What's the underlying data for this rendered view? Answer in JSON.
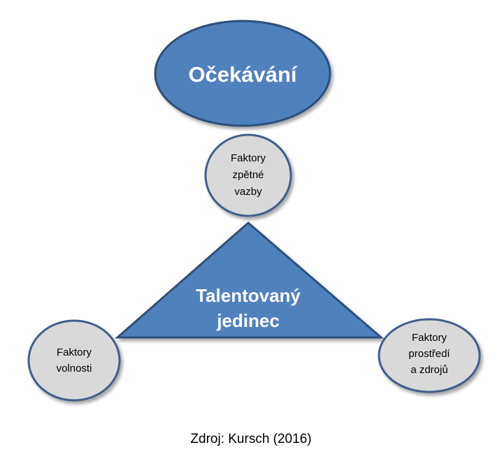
{
  "colors": {
    "main_fill": "#4f81bd",
    "main_stroke": "#2f4f7c",
    "node_fill": "#d9d9d9",
    "node_stroke": "#3f5f8a",
    "main_text": "#ffffff",
    "node_text": "#000000"
  },
  "diagram": {
    "top_ellipse": {
      "label": "Očekávání"
    },
    "triangle": {
      "line1": "Talentovaný",
      "line2": "jedinec"
    },
    "feedback_node": {
      "line1": "Faktory",
      "line2": "zpětné",
      "line3": "vazby"
    },
    "freedom_node": {
      "line1": "Faktory",
      "line2": "volnosti"
    },
    "environment_node": {
      "line1": "Faktory",
      "line2": "prostředí",
      "line3": "a zdrojů"
    }
  },
  "caption": "Zdroj: Kursch (2016)"
}
